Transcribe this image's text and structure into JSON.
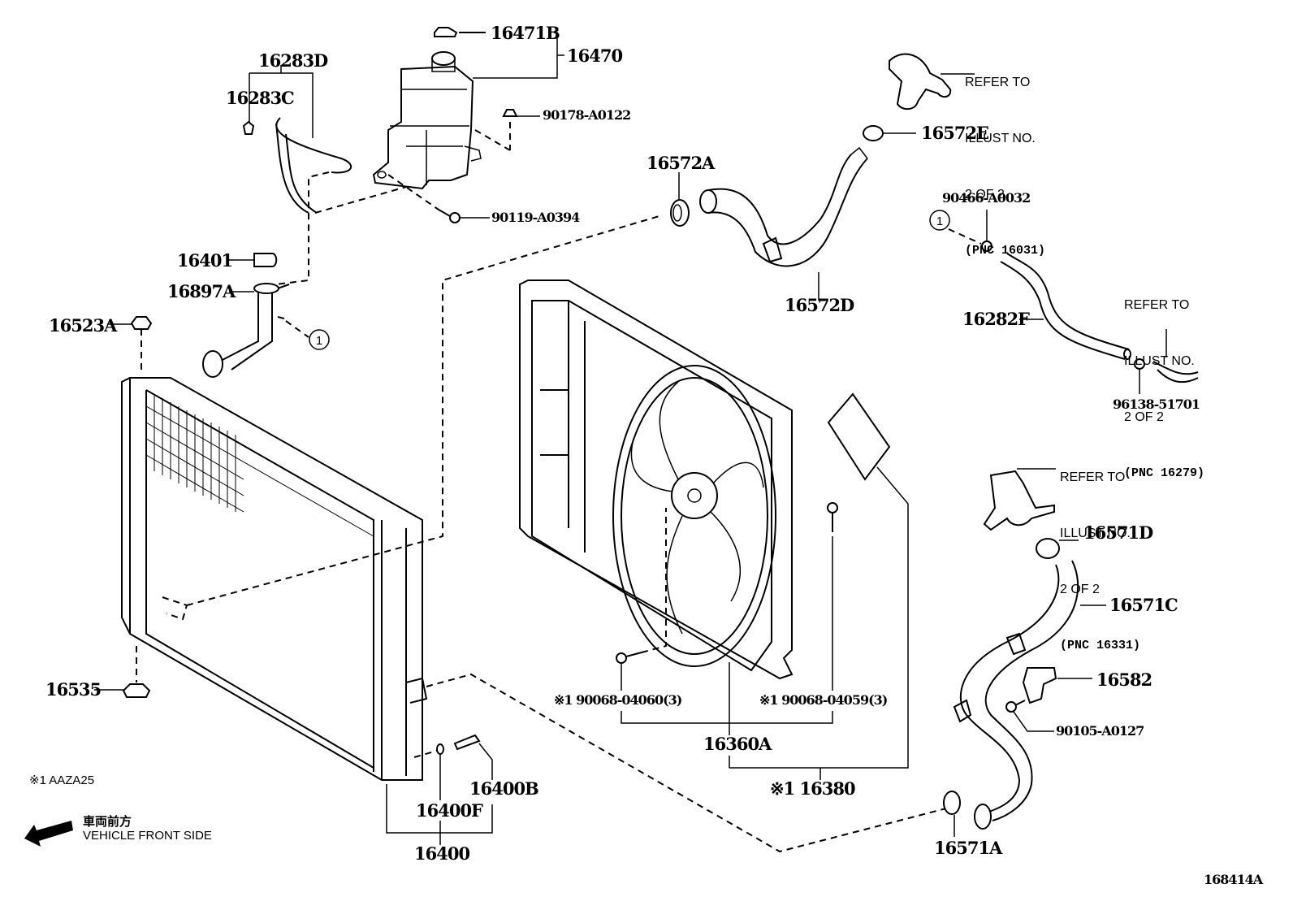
{
  "diagram": {
    "title": "Radiator & Water Outlet",
    "illustration_id": "168414A",
    "parts": {
      "p16471B": "16471B",
      "p16470": "16470",
      "p16283D": "16283D",
      "p16283C": "16283C",
      "p90178": "90178-A0122",
      "p90119": "90119-A0394",
      "p16401": "16401",
      "p16897A": "16897A",
      "p16523A": "16523A",
      "p16535": "16535",
      "p16572A": "16572A",
      "p16572D": "16572D",
      "p16572E": "16572E",
      "p90466": "90466-A0032",
      "p16282F": "16282F",
      "p96138": "96138-51701",
      "p16571D": "16571D",
      "p16571C": "16571C",
      "p16582": "16582",
      "p90105": "90105-A0127",
      "p16571A": "16571A",
      "p90068_60": "※1 90068-04060(3)",
      "p90068_59": "※1 90068-04059(3)",
      "p16360A": "16360A",
      "p16380": "※1 16380",
      "p16400": "16400",
      "p16400F": "16400F",
      "p16400B": "16400B"
    },
    "refs": [
      {
        "line1": "REFER TO",
        "line2": "ILLUST NO.",
        "line3": "2 OF 2",
        "pnc": "(PNC 16031)"
      },
      {
        "line1": "REFER TO",
        "line2": "ILLUST NO.",
        "line3": "2 OF 2",
        "pnc": "(PNC 16279)"
      },
      {
        "line1": "REFER TO",
        "line2": "ILLUST NO.",
        "line3": "2 OF 2",
        "pnc": "(PNC 16331)"
      }
    ],
    "callout_marker": "1",
    "footnote": "※1  AAZA25",
    "direction": {
      "jp": "車両前方",
      "en": "VEHICLE FRONT SIDE",
      "icon": "arrow-left-icon"
    }
  }
}
